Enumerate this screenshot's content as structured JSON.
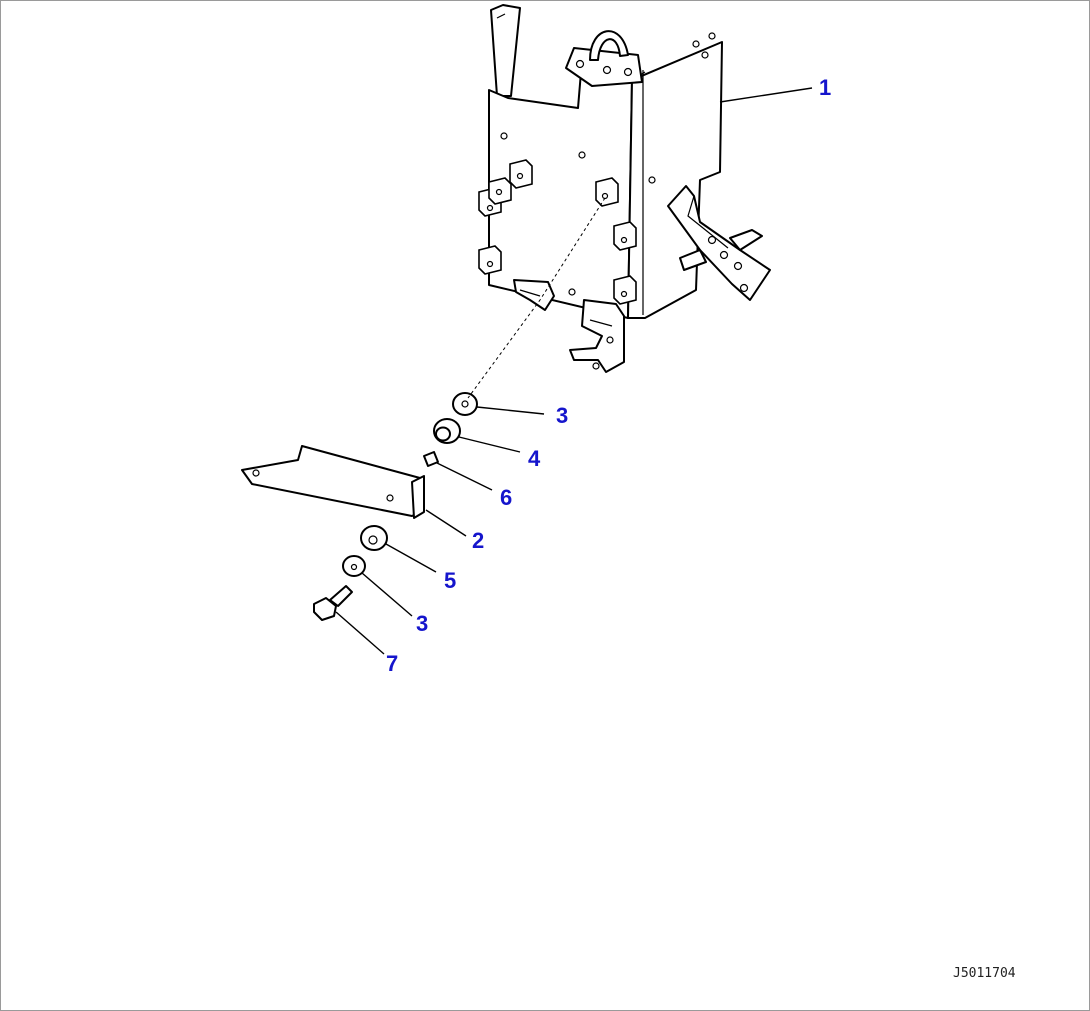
{
  "diagram": {
    "callouts": [
      {
        "id": "callout-1",
        "label": "1"
      },
      {
        "id": "callout-3a",
        "label": "3"
      },
      {
        "id": "callout-4",
        "label": "4"
      },
      {
        "id": "callout-6",
        "label": "6"
      },
      {
        "id": "callout-2",
        "label": "2"
      },
      {
        "id": "callout-5",
        "label": "5"
      },
      {
        "id": "callout-3b",
        "label": "3"
      },
      {
        "id": "callout-7",
        "label": "7"
      }
    ],
    "drawing_id": "J5011704",
    "colors": {
      "callout": "#1515cc",
      "line": "#000000",
      "frame": "#9a9a9a"
    }
  }
}
